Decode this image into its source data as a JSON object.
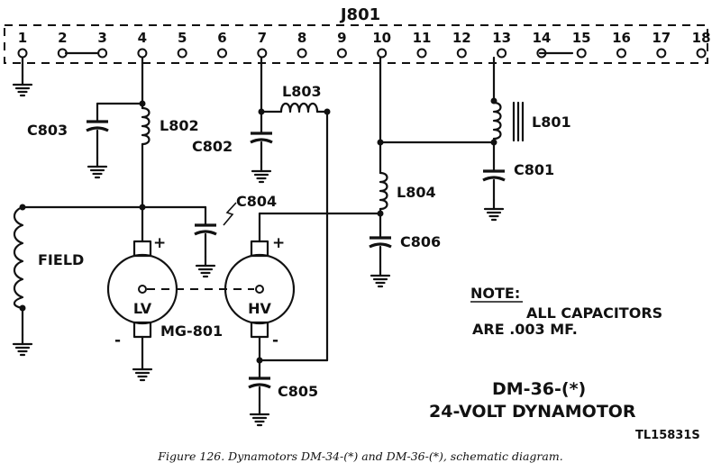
{
  "connector": {
    "title": "J801",
    "pins": [
      "1",
      "2",
      "3",
      "4",
      "5",
      "6",
      "7",
      "8",
      "9",
      "10",
      "11",
      "12",
      "13",
      "14",
      "15",
      "16",
      "17",
      "18"
    ]
  },
  "components": {
    "c803": "C803",
    "l802": "L802",
    "l803": "L803",
    "c802": "C802",
    "c804": "C804",
    "l801": "L801",
    "c801": "C801",
    "l804": "L804",
    "c806": "C806",
    "field": "FIELD",
    "lv": "LV",
    "hv": "HV",
    "mg801": "MG-801",
    "c805": "C805"
  },
  "polarity": {
    "lv_plus": "+",
    "lv_minus": "-",
    "hv_plus": "+",
    "hv_minus": "-"
  },
  "note": {
    "heading": "NOTE:",
    "line1": "ALL CAPACITORS",
    "line2": "ARE .003 MF."
  },
  "title_block": {
    "model": "DM-36-(*)",
    "description": "24-VOLT DYNAMOTOR",
    "drawing_number": "TL15831S"
  },
  "caption": "Figure 126. Dynamotors DM-34-(*) and DM-36-(*), schematic diagram."
}
